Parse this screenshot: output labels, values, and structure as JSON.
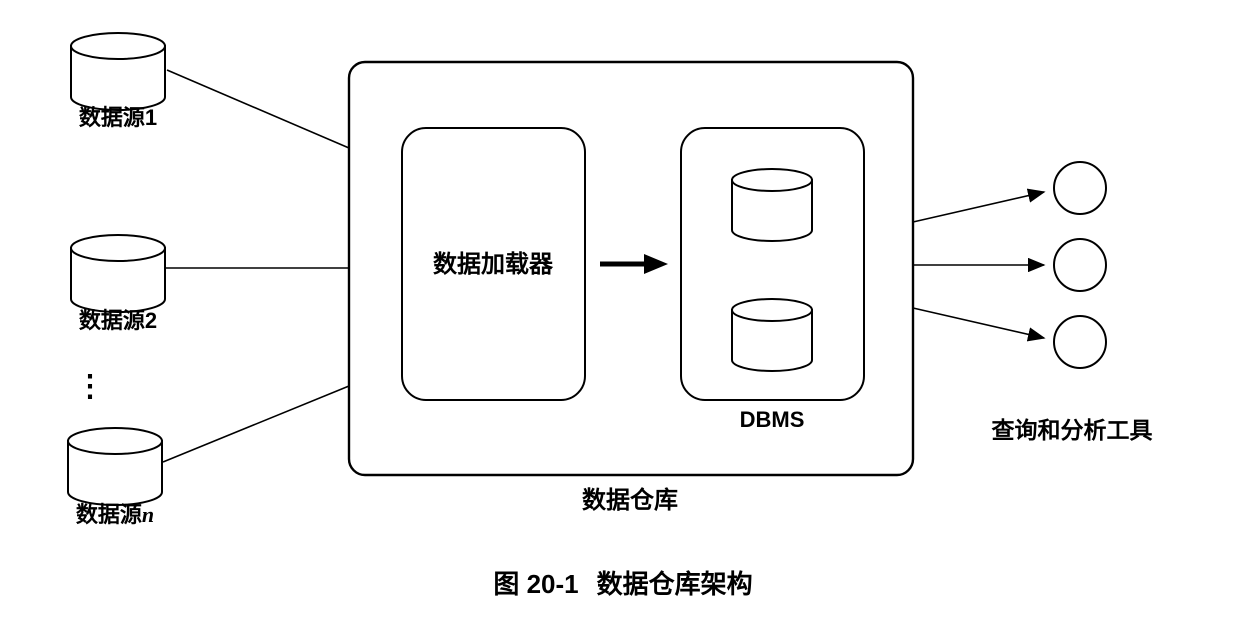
{
  "figure": {
    "sources": [
      {
        "label": "数据源1"
      },
      {
        "label": "数据源2"
      },
      {
        "label_prefix": "数据源",
        "label_suffix": "n"
      }
    ],
    "ellipsis": "⋮",
    "warehouse": {
      "label": "数据仓库",
      "loader_label": "数据加载器",
      "dbms_label": "DBMS"
    },
    "tools_label": "查询和分析工具",
    "caption": {
      "number": "图 20-1",
      "title": "数据仓库架构"
    }
  }
}
